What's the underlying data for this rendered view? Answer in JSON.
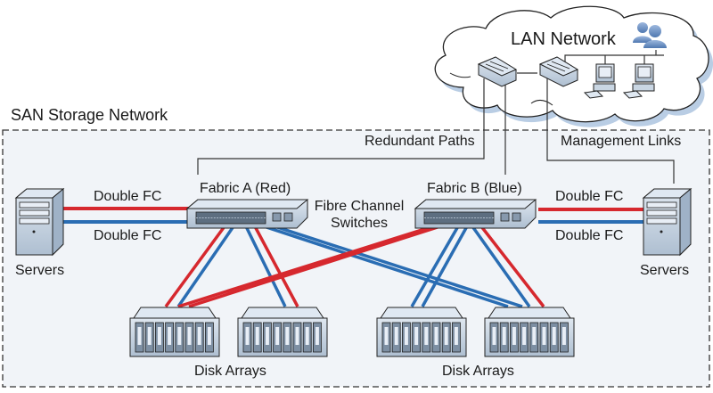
{
  "diagram": {
    "san_title": "SAN Storage Network",
    "lan_title": "LAN Network",
    "labels": {
      "redundant_paths": "Redundant Paths",
      "management_links": "Management Links",
      "fabric_a": "Fabric A (Red)",
      "fabric_b": "Fabric B (Blue)",
      "fc_switches_line1": "Fibre Channel",
      "fc_switches_line2": "Switches",
      "left_fc_top": "Double FC",
      "left_fc_bottom": "Double FC",
      "right_fc_top": "Double FC",
      "right_fc_bottom": "Double FC",
      "left_servers": "Servers",
      "right_servers": "Servers",
      "disk_arrays_left": "Disk Arrays",
      "disk_arrays_right": "Disk Arrays"
    },
    "colors": {
      "fabric_a": "#d6282e",
      "fabric_b": "#2a6db3",
      "san_background": "#f1f4f8",
      "device_fill": "#c9d6e3",
      "user_icon": "#6f93c4"
    },
    "nodes": [
      {
        "id": "server-left",
        "type": "server"
      },
      {
        "id": "server-right",
        "type": "server"
      },
      {
        "id": "switch-fabric-a",
        "type": "fc-switch"
      },
      {
        "id": "switch-fabric-b",
        "type": "fc-switch"
      },
      {
        "id": "disk-array-1",
        "type": "disk-array"
      },
      {
        "id": "disk-array-2",
        "type": "disk-array"
      },
      {
        "id": "disk-array-3",
        "type": "disk-array"
      },
      {
        "id": "disk-array-4",
        "type": "disk-array"
      },
      {
        "id": "lan-switch-1",
        "type": "lan-switch"
      },
      {
        "id": "lan-switch-2",
        "type": "lan-switch"
      },
      {
        "id": "workstation-1",
        "type": "workstation"
      },
      {
        "id": "workstation-2",
        "type": "workstation"
      },
      {
        "id": "users",
        "type": "users"
      }
    ]
  }
}
